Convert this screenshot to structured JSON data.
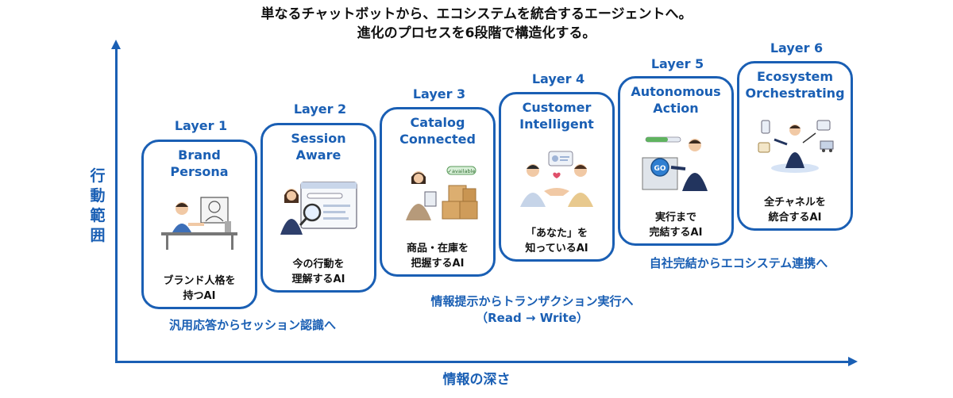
{
  "headline": {
    "line1": "単なるチャットボットから、エコシステムを統合するエージェントへ。",
    "line2": "進化のプロセスを6段階で構造化する。"
  },
  "axes": {
    "y_label": "行動範囲",
    "x_label": "情報の深さ"
  },
  "layers": [
    {
      "label": "Layer 1",
      "title": "Brand\nPersona",
      "description": "ブランド人格を\n持つAI",
      "icon": "designer-desk-illustration"
    },
    {
      "label": "Layer 2",
      "title": "Session\nAware",
      "description": "今の行動を\n理解するAI",
      "icon": "magnifier-browser-illustration"
    },
    {
      "label": "Layer 3",
      "title": "Catalog\nConnected",
      "description": "商品・在庫を\n把握するAI",
      "icon": "inventory-boxes-illustration",
      "tag": "✓available"
    },
    {
      "label": "Layer 4",
      "title": "Customer\nIntelligent",
      "description": "「あなた」を\n知っているAI",
      "icon": "handshake-illustration"
    },
    {
      "label": "Layer 5",
      "title": "Autonomous\nAction",
      "description": "実行まで\n完結するAI",
      "icon": "go-button-illustration",
      "button_text": "GO"
    },
    {
      "label": "Layer 6",
      "title": "Ecosystem\nOrchestrating",
      "description": "全チャネルを\n統合するAI",
      "icon": "orchestrator-illustration"
    }
  ],
  "captions": {
    "stage1": "汎用応答からセッション認識へ",
    "stage2": "情報提示からトランザクション実行へ\n（Read → Write）",
    "stage3": "自社完結からエコシステム連携へ"
  }
}
